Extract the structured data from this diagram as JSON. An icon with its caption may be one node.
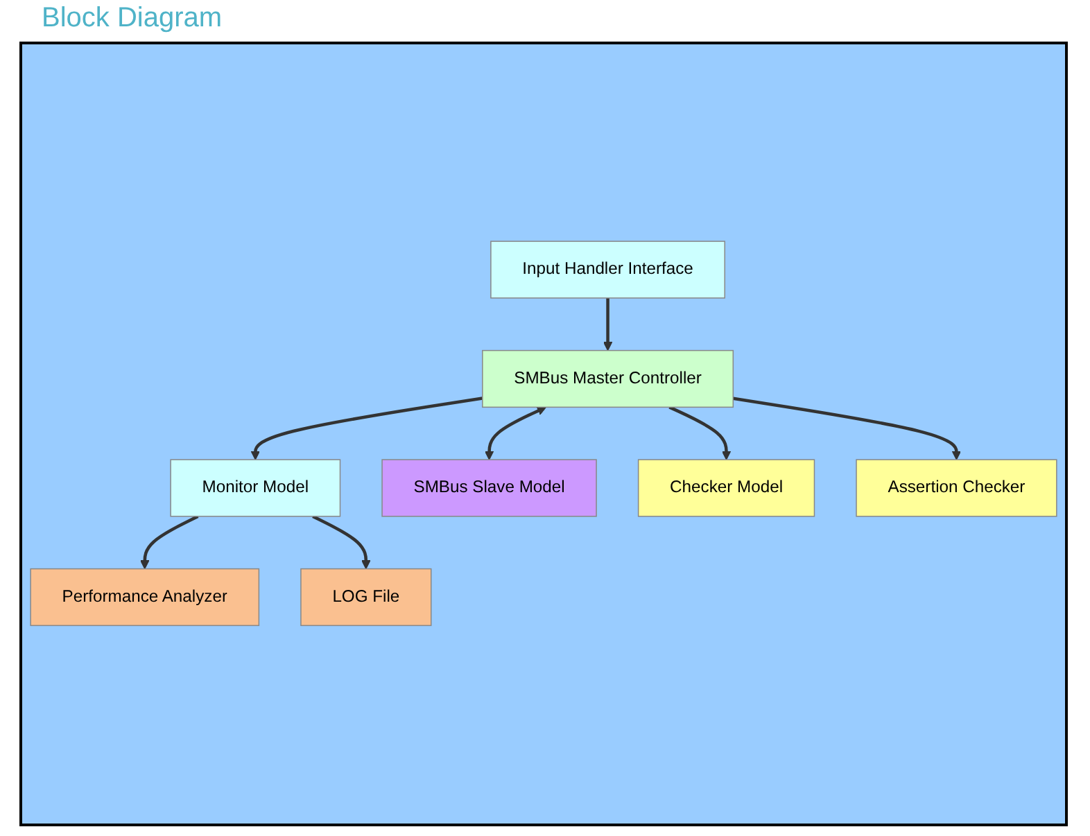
{
  "diagram": {
    "title": "Block Diagram",
    "nodes": [
      {
        "text": [
          "Performance Analyzer"
        ]
      },
      {
        "text": [
          "Monitor Model"
        ]
      },
      {
        "text": [
          "LOG File"
        ]
      },
      {
        "text": [
          "Input Handler Interface"
        ]
      },
      {
        "text": [
          "SMBus Master Controller"
        ]
      },
      {
        "text": [
          "SMBus Slave Model"
        ]
      },
      {
        "text": [
          "Checker Model"
        ]
      },
      {
        "text": [
          "Assertion Checker"
        ]
      }
    ],
    "edges": [
      {
        "from": 1,
        "to": 0,
        "arrow": "to"
      },
      {
        "from": 1,
        "to": 2,
        "arrow": "to"
      },
      {
        "from": 3,
        "to": 4,
        "arrow": "to"
      },
      {
        "from": 4,
        "to": 5,
        "arrow": "both"
      },
      {
        "from": 4,
        "to": 1,
        "arrow": "to"
      },
      {
        "from": 4,
        "to": 6,
        "arrow": "to"
      },
      {
        "from": 4,
        "to": 7,
        "arrow": "to"
      }
    ]
  }
}
